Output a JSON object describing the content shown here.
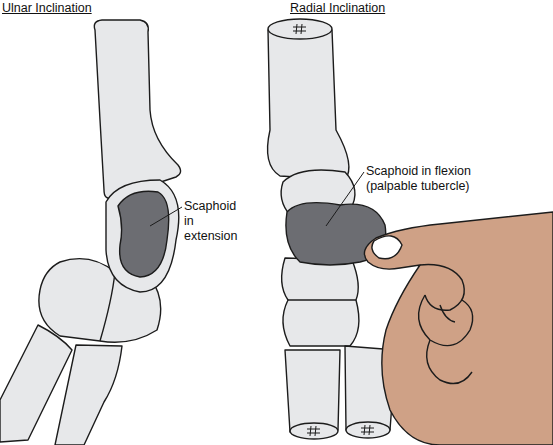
{
  "diagram": {
    "labels": [
      "Ulnar Inclination",
      "Radial Inclination",
      "Scaphoid in extension",
      "Scaphoid in flexion (palpable tubercle)"
    ]
  }
}
